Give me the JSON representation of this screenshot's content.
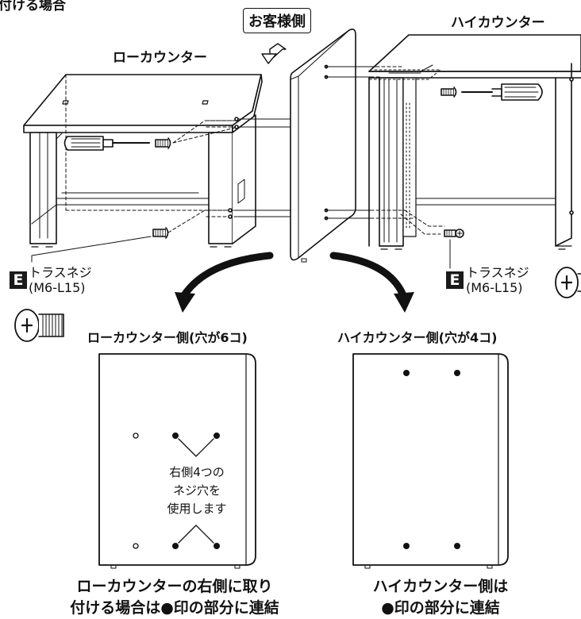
{
  "section_heading_fragment": "付ける場合",
  "customer_side_label": "お客様側",
  "low_counter_label": "ローカウンター",
  "high_counter_label": "ハイカウンター",
  "screw_left": {
    "badge": "E",
    "name": "トラスネジ",
    "spec": "(M6-L15)"
  },
  "screw_right": {
    "badge": "E",
    "name": "トラスネジ",
    "spec": "(M6-L15)"
  },
  "panel_low_title": "ローカウンター側(穴が6コ)",
  "panel_high_title": "ハイカウンター側(穴が4コ)",
  "panel_note": [
    "右側4つの",
    "ネジ穴を",
    "使用します"
  ],
  "caption_low": [
    "ローカウンターの右側に取り",
    "付ける場合は●印の部分に連結"
  ],
  "caption_high": [
    "ハイカウンター側は",
    "●印の部分に連結"
  ],
  "colors": {
    "ink": "#111111",
    "badge": "#1a1a1a",
    "paper": "#ffffff"
  },
  "icons": [
    "arrow-down-icon",
    "screwdriver-icon",
    "screw-icon",
    "curved-arrow-icon"
  ]
}
